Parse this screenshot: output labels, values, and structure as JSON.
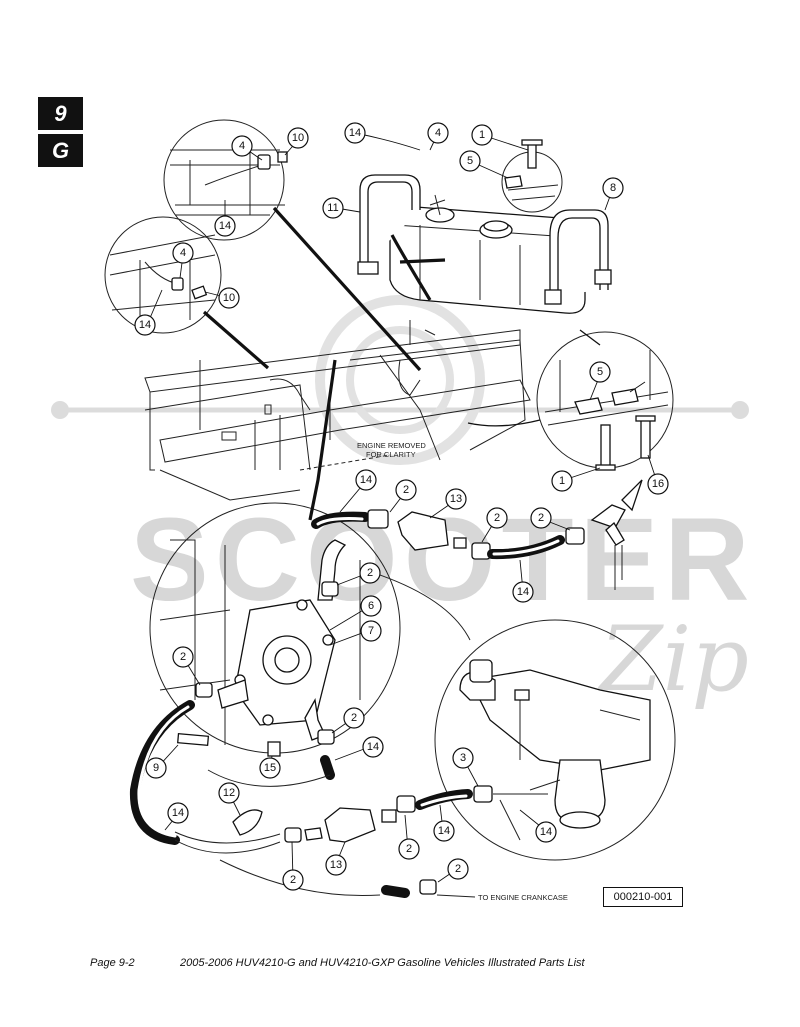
{
  "section_tabs": {
    "number": "9",
    "letter": "G"
  },
  "notes": {
    "engine_removed": [
      "ENGINE REMOVED",
      "FOR CLARITY"
    ],
    "to_crankcase": "TO ENGINE CRANKCASE"
  },
  "figure_ref": "000210-001",
  "footer": {
    "page": "Page 9-2",
    "title": "2005-2006 HUV4210-G and HUV4210-GXP Gasoline Vehicles Illustrated Parts List"
  },
  "watermark": {
    "text": "SCOOTER",
    "script": "Zip"
  },
  "callouts": {
    "c10a": "10",
    "c4a": "4",
    "c14a": "14",
    "c4b": "4",
    "c10b": "10",
    "c14b": "14",
    "c14c": "14",
    "c4c": "4",
    "c1a": "1",
    "c5a": "5",
    "c11": "11",
    "c8": "8",
    "c5b": "5",
    "c1b": "1",
    "c16": "16",
    "c14d": "14",
    "c2a": "2",
    "c13a": "13",
    "c2b": "2",
    "c2c": "2",
    "c14e": "14",
    "c2d": "2",
    "c6": "6",
    "c7": "7",
    "c2e": "2",
    "c9": "9",
    "c15": "15",
    "c2f": "2",
    "c14f": "14",
    "c12": "12",
    "c14g": "14",
    "c3": "3",
    "c14h": "14",
    "c14i": "14",
    "c2g": "2",
    "c13b": "13",
    "c2h": "2",
    "c2i": "2"
  }
}
